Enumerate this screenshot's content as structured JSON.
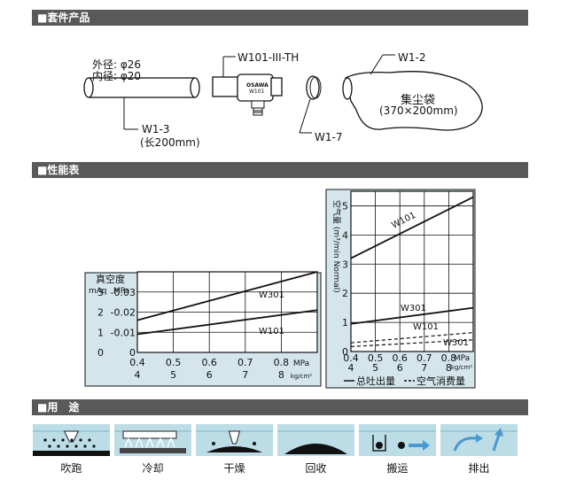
{
  "sections": {
    "kit": "■套件产品",
    "performance": "■性能表",
    "usage": "■用　途"
  },
  "kit": {
    "tube_outer": "外径: φ26",
    "tube_inner": "内径: φ20",
    "tube_code": "W1-3",
    "tube_length": "(长200mm)",
    "unit_code": "W101-III-TH",
    "unit_brand": "OSAWA",
    "unit_model": "W101",
    "clamp_code": "W1-7",
    "bag_code": "W1-2",
    "bag_name": "集尘袋",
    "bag_size": "(370×200mm)"
  },
  "chart_data": [
    {
      "type": "line",
      "ylabel": "真空度",
      "y_units": [
        "mAq",
        "MPa"
      ],
      "y_ticks_mAq": [
        "3",
        "2",
        "1",
        "0"
      ],
      "y_ticks_mpa": [
        "-0.03",
        "-0.02",
        "-0.01",
        "0"
      ],
      "x_ticks_mpa": [
        "0.4",
        "0.5",
        "0.6",
        "0.7",
        "0.8"
      ],
      "x_ticks_kg": [
        "4",
        "5",
        "6",
        "7",
        "8"
      ],
      "x_unit_mpa": "MPa",
      "x_unit_kg": "kg/cm²",
      "xlim": [
        0.4,
        0.9
      ],
      "ylim": [
        0,
        -0.04
      ],
      "series": [
        {
          "name": "W301",
          "x": [
            0.4,
            0.9
          ],
          "y": [
            -0.016,
            -0.04
          ]
        },
        {
          "name": "W101",
          "x": [
            0.4,
            0.9
          ],
          "y": [
            -0.009,
            -0.021
          ]
        }
      ]
    },
    {
      "type": "line",
      "ylabel": "空气量 (m³/min Normal)",
      "y_ticks": [
        "5",
        "4",
        "3",
        "2",
        "1",
        "0"
      ],
      "x_ticks_mpa": [
        "0.4",
        "0.5",
        "0.6",
        "0.7",
        "0.8"
      ],
      "x_ticks_kg": [
        "4",
        "5",
        "6",
        "7",
        "8"
      ],
      "x_unit_mpa": "MPa",
      "x_unit_kg": "kg/cm²",
      "xlim": [
        0.4,
        0.9
      ],
      "ylim": [
        0,
        5.5
      ],
      "legend": [
        "总吐出量",
        "空气消费量"
      ],
      "series": [
        {
          "name": "W101",
          "style": "solid",
          "x": [
            0.4,
            0.9
          ],
          "y": [
            3.2,
            5.3
          ]
        },
        {
          "name": "W301",
          "style": "solid",
          "x": [
            0.4,
            0.9
          ],
          "y": [
            0.95,
            1.5
          ]
        },
        {
          "name": "",
          "style": "dashed",
          "x": [
            0.4,
            0.9
          ],
          "y": [
            0.3,
            0.65
          ]
        },
        {
          "name": "",
          "style": "dashed",
          "x": [
            0.4,
            0.9
          ],
          "y": [
            0.17,
            0.4
          ]
        }
      ],
      "annotations": [
        "W101",
        "W301"
      ]
    }
  ],
  "usage": {
    "items": [
      "吹跑",
      "冷却",
      "干燥",
      "回收",
      "搬运",
      "排出"
    ]
  },
  "colors": {
    "bar": "#595959",
    "chart_bg": "#d4e6ec",
    "usage_bg": "#bcdce6"
  }
}
